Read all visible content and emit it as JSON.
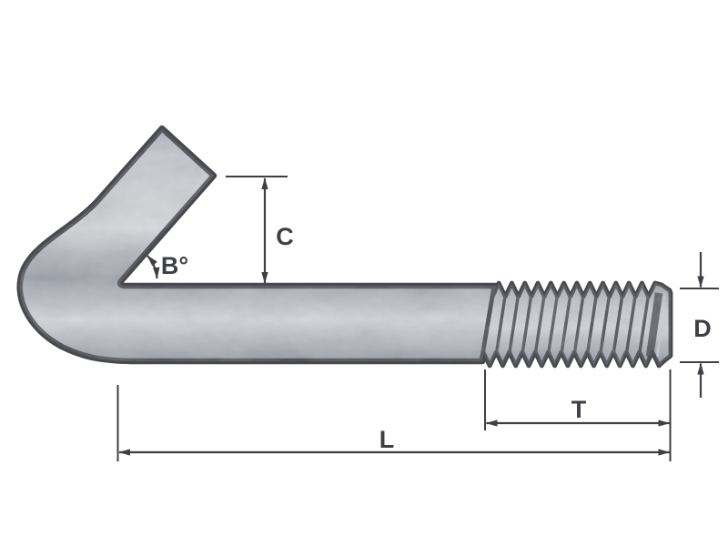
{
  "diagram": {
    "name": "j-bolt-dimension-diagram",
    "labels": {
      "bend_angle": "B°",
      "hook_clearance": "C",
      "diameter": "D",
      "thread_length": "T",
      "overall_length": "L"
    },
    "colors": {
      "outline": "#48494e",
      "dimension": "#3e3f44",
      "body_light": "#d8dade",
      "body_mid": "#bcbfc6",
      "body_dark": "#8e929c",
      "background": "#ffffff"
    }
  }
}
